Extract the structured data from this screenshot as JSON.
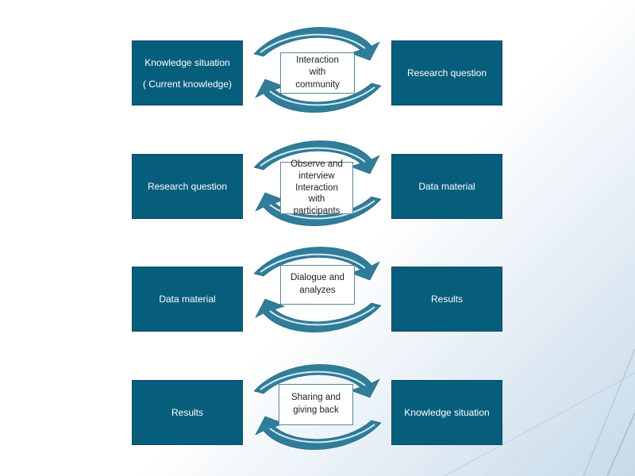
{
  "rows": [
    {
      "left": {
        "line1": "Knowledge situation",
        "line2": "( Current knowledge)"
      },
      "middle": [
        "Interaction",
        "with",
        "community"
      ],
      "right": "Research question"
    },
    {
      "left": {
        "line1": "Research question"
      },
      "middle": [
        "Observe and",
        "interview",
        "Interaction",
        "with",
        "participants"
      ],
      "right": "Data material"
    },
    {
      "left": {
        "line1": "Data material"
      },
      "middle": [
        "Dialogue and",
        "analyzes"
      ],
      "right": "Results"
    },
    {
      "left": {
        "line1": "Results"
      },
      "middle": [
        "Sharing and",
        "giving back"
      ],
      "right": "Knowledge situation"
    }
  ],
  "colors": {
    "box_fill": "#065e7c",
    "arrow_fill": "#2f7d99",
    "arrow_highlight": "#d4e9f1"
  }
}
